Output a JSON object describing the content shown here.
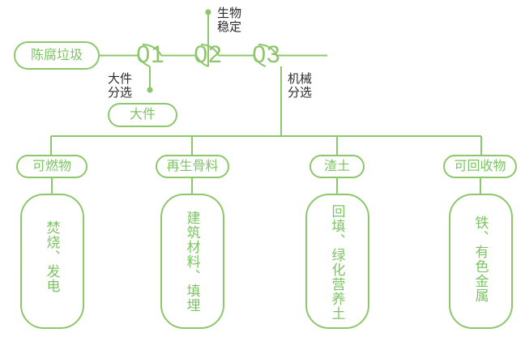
{
  "theme": {
    "accent_green": "#8dc76a",
    "text_green": "#7cc462",
    "text_dark": "#2b2b2b",
    "background": "#ffffff"
  },
  "diagram": {
    "title_node": {
      "label": "陈腐垃圾"
    },
    "stages": [
      {
        "number": "01",
        "caption": "大件\n分选",
        "caption_side": "below-right"
      },
      {
        "number": "02",
        "caption": "生物\n稳定",
        "caption_side": "above-right"
      },
      {
        "number": "03",
        "caption": "机械\n分选",
        "caption_side": "below-right"
      }
    ],
    "side_output": {
      "label": "大件"
    },
    "categories": [
      {
        "pill": "可燃物",
        "detail": "焚烧、发电"
      },
      {
        "pill": "再生骨料",
        "detail": "建筑材料、填埋"
      },
      {
        "pill": "渣土",
        "detail": "回填、绿化营养土"
      },
      {
        "pill": "可回收物",
        "detail": "铁、有色金属"
      }
    ]
  }
}
